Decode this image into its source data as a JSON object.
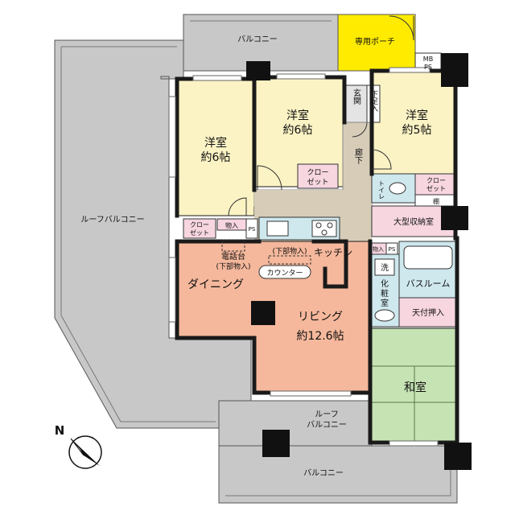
{
  "floorplan": {
    "balcony_top": "バルコニー",
    "porch": "専用ポーチ",
    "mb_ps_1": "MB",
    "mb_ps_2": "PS",
    "roof_balcony_left": "ルーフバルコニー",
    "entrance": "玄関",
    "shoe_storage": "下足入",
    "western_room_left": {
      "name": "洋室",
      "size": "約6帖"
    },
    "western_room_center": {
      "name": "洋室",
      "size": "約6帖"
    },
    "western_room_right": {
      "name": "洋室",
      "size": "約5帖"
    },
    "corridor": "廊下",
    "closet_center_1": "クロー",
    "closet_center_2": "ゼット",
    "closet_right_1": "クロー",
    "closet_right_2": "ゼット",
    "closet_left_1": "クロー",
    "closet_left_2": "ゼット",
    "toilet": "トイレ",
    "shelf": "棚",
    "storage_small": "物入",
    "ps_small": "PS",
    "large_storage": "大型収納室",
    "phone_stand_1": "電話台",
    "phone_stand_2": "(下部物入)",
    "under_storage": "(下部物入)",
    "kitchen": "キッチン",
    "counter": "カウンター",
    "storage_small_2": "物入",
    "ps_small_2": "PS",
    "wash": "洗",
    "vanity_1": "化",
    "vanity_2": "粧",
    "vanity_3": "室",
    "bathroom": "バスルーム",
    "ceiling_closet": "天付押入",
    "dining": "ダイニング",
    "living": {
      "name": "リビング",
      "size": "約12.6帖"
    },
    "japanese_room": "和室",
    "roof_balcony_bottom_1": "ルーフ",
    "roof_balcony_bottom_2": "バルコニー",
    "balcony_bottom": "バルコニー",
    "compass_north": "N",
    "colors": {
      "balcony": "#c8c8c8",
      "western_room": "#fbf3c4",
      "porch": "#ffeb00",
      "corridor": "#d6ccb8",
      "closet": "#f7d6e0",
      "wet_area": "#cfe8ee",
      "living": "#f5b89c",
      "japanese_room": "#c6e3b4",
      "wall": "#1a1a1a"
    }
  }
}
